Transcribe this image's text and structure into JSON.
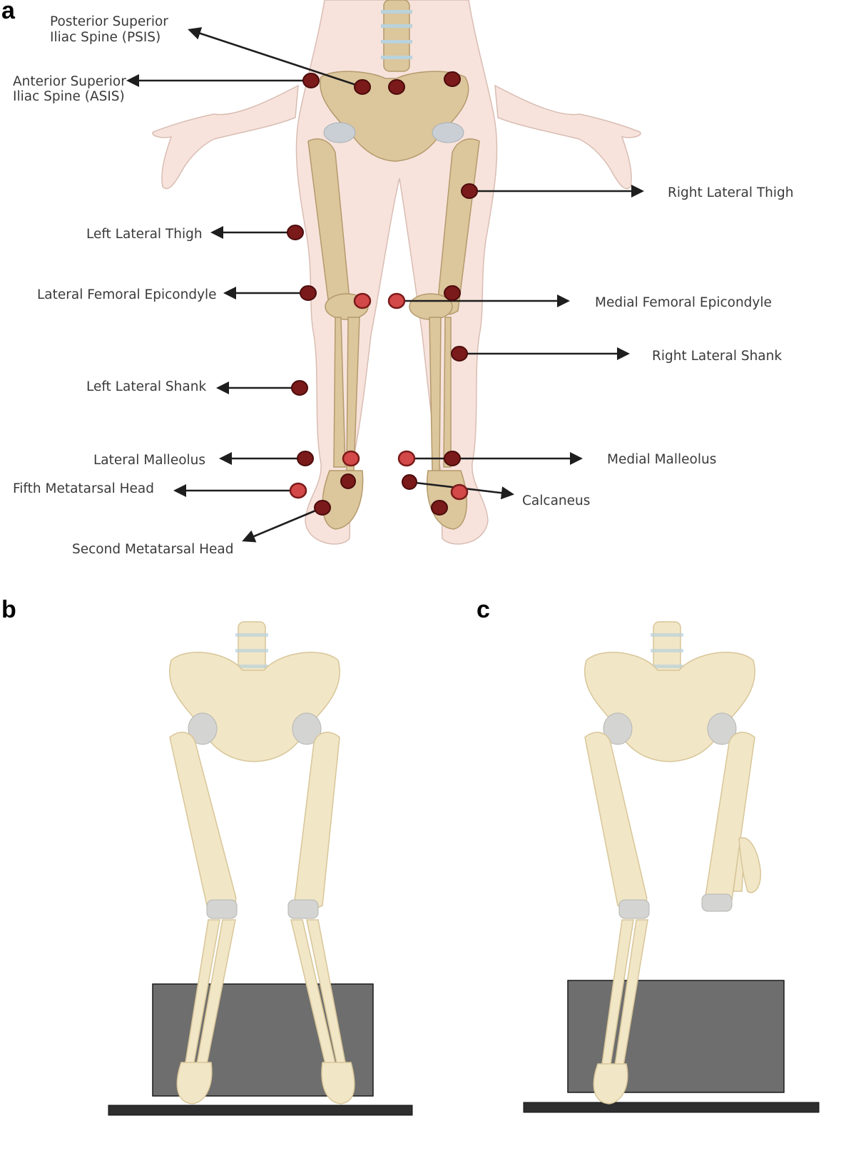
{
  "panels": {
    "a": "a",
    "b": "b",
    "c": "c"
  },
  "labels": {
    "psis_line1": "Posterior Superior",
    "psis_line2": "Iliac Spine (PSIS)",
    "asis_line1": "Anterior Superior",
    "asis_line2": "Iliac Spine (ASIS)",
    "right_lateral_thigh": "Right Lateral Thigh",
    "left_lateral_thigh": "Left Lateral Thigh",
    "lateral_femoral_epicondyle": "Lateral Femoral Epicondyle",
    "medial_femoral_epicondyle": "Medial Femoral Epicondyle",
    "right_lateral_shank": "Right Lateral Shank",
    "left_lateral_shank": "Left Lateral Shank",
    "lateral_malleolus": "Lateral Malleolus",
    "medial_malleolus": "Medial Malleolus",
    "fifth_metatarsal_head": "Fifth Metatarsal Head",
    "calcaneus": "Calcaneus",
    "second_metatarsal_head": "Second Metatarsal Head"
  },
  "colors": {
    "marker_dark": "#7b1a1a",
    "marker_light": "#d34848",
    "block": "#6e6e6e",
    "bone": "#dcc69c"
  }
}
